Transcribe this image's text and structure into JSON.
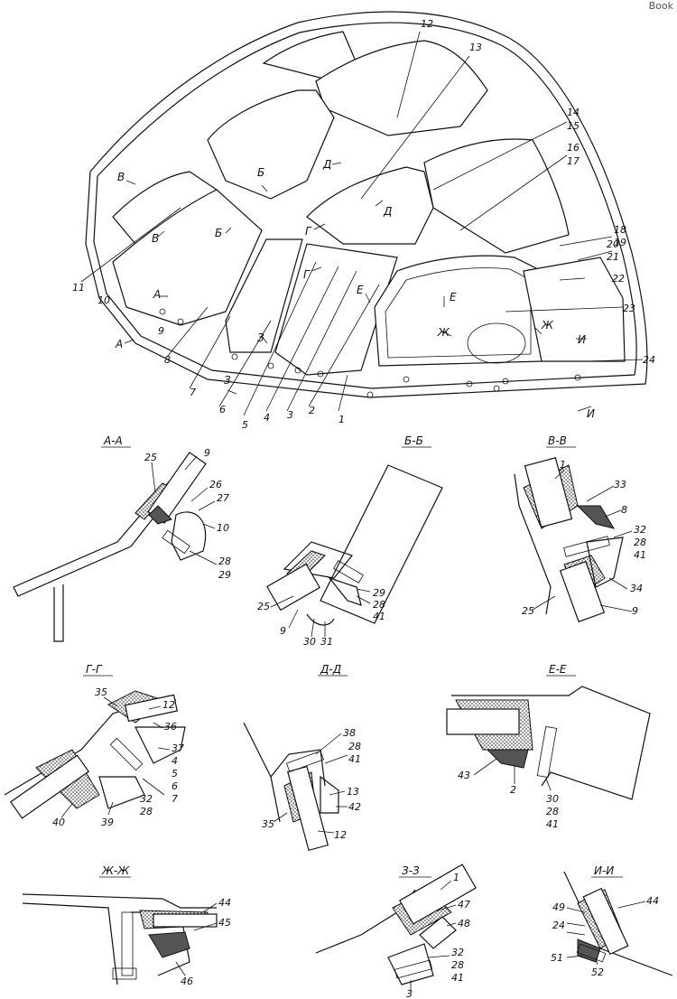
{
  "corner_text": "Book",
  "main_view": {
    "part_labels": [
      "1",
      "2",
      "3",
      "4",
      "5",
      "6",
      "7",
      "8",
      "9",
      "10",
      "11",
      "12",
      "13",
      "14",
      "15",
      "16",
      "17",
      "18",
      "19",
      "20",
      "21",
      "22",
      "23",
      "24"
    ],
    "section_marks": [
      "А",
      "Б",
      "В",
      "Г",
      "Д",
      "Е",
      "Ж",
      "З",
      "И"
    ]
  },
  "sections": [
    {
      "title": "А-А",
      "labels": [
        "25",
        "9",
        "26",
        "27",
        "10",
        "28",
        "29"
      ]
    },
    {
      "title": "Б-Б",
      "labels": [
        "25",
        "9",
        "30",
        "31",
        "29",
        "28",
        "41"
      ]
    },
    {
      "title": "В-В",
      "labels": [
        "1",
        "33",
        "8",
        "32",
        "28",
        "41",
        "34",
        "25",
        "9"
      ]
    },
    {
      "title": "Г-Г",
      "labels": [
        "35",
        "12",
        "36",
        "37",
        "4",
        "5",
        "6",
        "7",
        "32",
        "28",
        "39",
        "40"
      ]
    },
    {
      "title": "Д-Д",
      "labels": [
        "38",
        "28",
        "41",
        "13",
        "42",
        "35",
        "12"
      ]
    },
    {
      "title": "Е-Е",
      "labels": [
        "43",
        "2",
        "30",
        "28",
        "41"
      ]
    },
    {
      "title": "Ж-Ж",
      "labels": [
        "44",
        "45",
        "46"
      ]
    },
    {
      "title": "З-З",
      "labels": [
        "1",
        "47",
        "48",
        "32",
        "28",
        "41",
        "3"
      ]
    },
    {
      "title": "И-И",
      "labels": [
        "49",
        "24",
        "44",
        "51",
        "52"
      ]
    }
  ]
}
